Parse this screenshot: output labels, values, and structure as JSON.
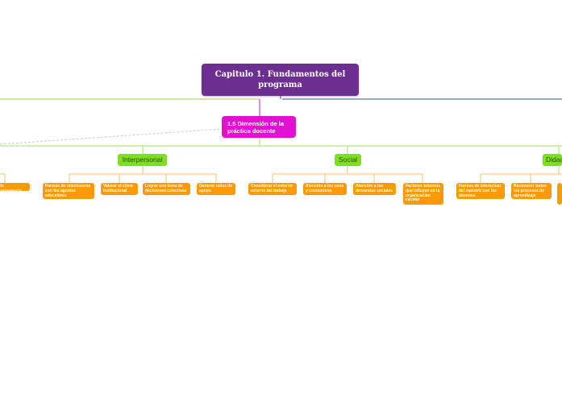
{
  "root": {
    "title": "Capitulo 1. Fundamentos del programa"
  },
  "subtopic": {
    "title": "1.5 Dimensión de la práctica docente"
  },
  "categories": {
    "interpersonal": "Interpersonal",
    "social": "Social",
    "didactic_partial": "Didac"
  },
  "leaves": {
    "left_partial": "de pertenencia",
    "interpersonal": [
      "Formas de relacionarse con los agentes educativos",
      "Valorar el clima institucional",
      "Lograr una toma de decisiones colectivas",
      "Generar redes de apoyo"
    ],
    "social": [
      "Considerar el entorno externo del trabajo",
      "Atención a los usos y costumbres",
      "Atención a las demandas sociales",
      "Factores externos que influyen en la organización escolar"
    ],
    "didactic": [
      "Formas de interactuar del maestro con los alumnos",
      "Reconocer todos los procesos de aprendizaje"
    ]
  },
  "colors": {
    "root": "#6c2f91",
    "subtopic": "#e310d2",
    "category": "#7ee01c",
    "leaf": "#fb9a06"
  }
}
